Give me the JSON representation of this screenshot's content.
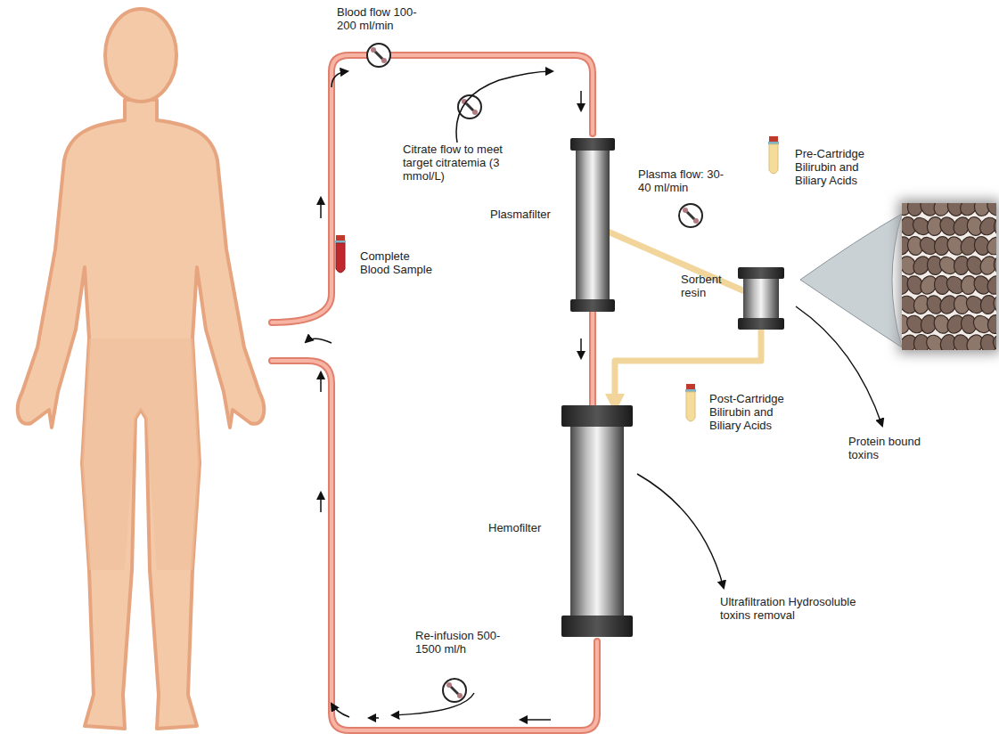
{
  "diagram": {
    "nodes": [
      {
        "text": [
          "Plasmafilter"
        ]
      },
      {
        "text": [
          "Sorbent resin"
        ]
      },
      {
        "text": [
          "Hemofilter"
        ]
      }
    ],
    "edges": [
      {
        "from": 0,
        "to": 1,
        "arrow": "to",
        "label": "Plasma flow: 30-40 ml/min"
      },
      {
        "from": 1,
        "to": 2,
        "arrow": "to"
      },
      {
        "from": 0,
        "to": 2,
        "arrow": "none"
      }
    ],
    "labels": [
      "Blood flow 100-200 ml/min",
      "Citrate flow to meet target citratemia (3 mmol/L)",
      "Complete Blood Sample",
      "Pre-Cartridge Bilirubin and Biliary Acids",
      "Post-Cartridge Bilirubin and Biliary Acids",
      "Protein bound toxins",
      "Ultrafiltration Hydrosoluble toxins removal",
      "Re-infusion 500-1500 ml/h"
    ]
  }
}
